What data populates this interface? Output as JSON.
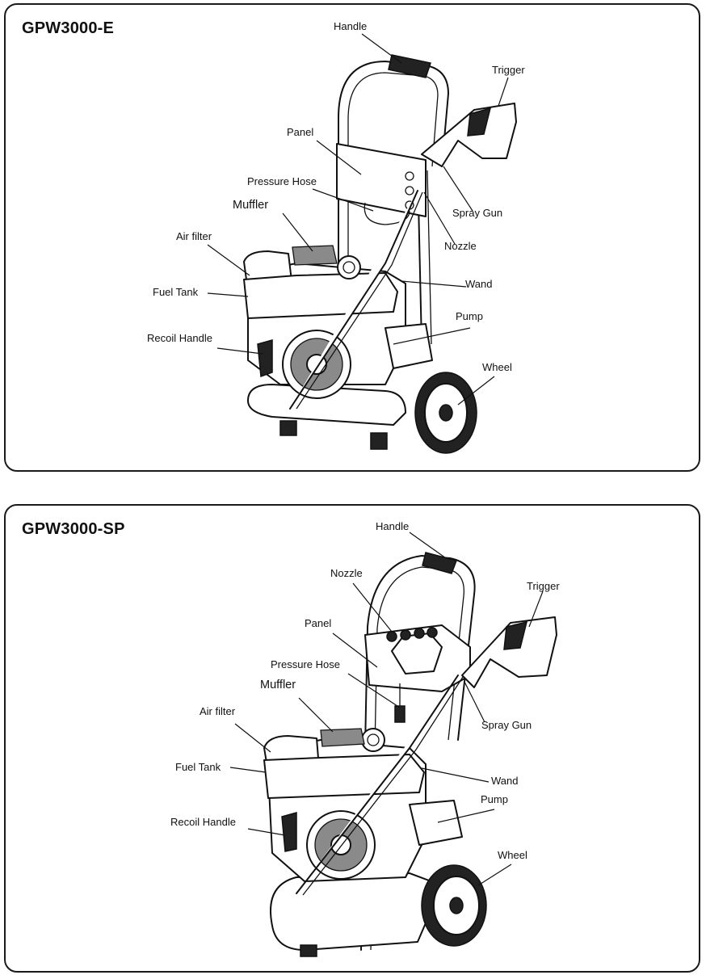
{
  "diagrams": [
    {
      "model": "GPW3000-E",
      "labels": {
        "handle": "Handle",
        "trigger": "Trigger",
        "panel": "Panel",
        "pressure_hose": "Pressure Hose",
        "muffler": "Muffler",
        "spray_gun": "Spray Gun",
        "air_filter": "Air filter",
        "nozzle": "Nozzle",
        "fuel_tank": "Fuel Tank",
        "wand": "Wand",
        "pump": "Pump",
        "recoil_handle": "Recoil Handle",
        "wheel": "Wheel"
      }
    },
    {
      "model": "GPW3000-SP",
      "labels": {
        "handle": "Handle",
        "nozzle": "Nozzle",
        "trigger": "Trigger",
        "panel": "Panel",
        "pressure_hose": "Pressure Hose",
        "muffler": "Muffler",
        "air_filter": "Air filter",
        "spray_gun": "Spray Gun",
        "fuel_tank": "Fuel Tank",
        "wand": "Wand",
        "pump": "Pump",
        "recoil_handle": "Recoil Handle",
        "wheel": "Wheel"
      }
    }
  ]
}
